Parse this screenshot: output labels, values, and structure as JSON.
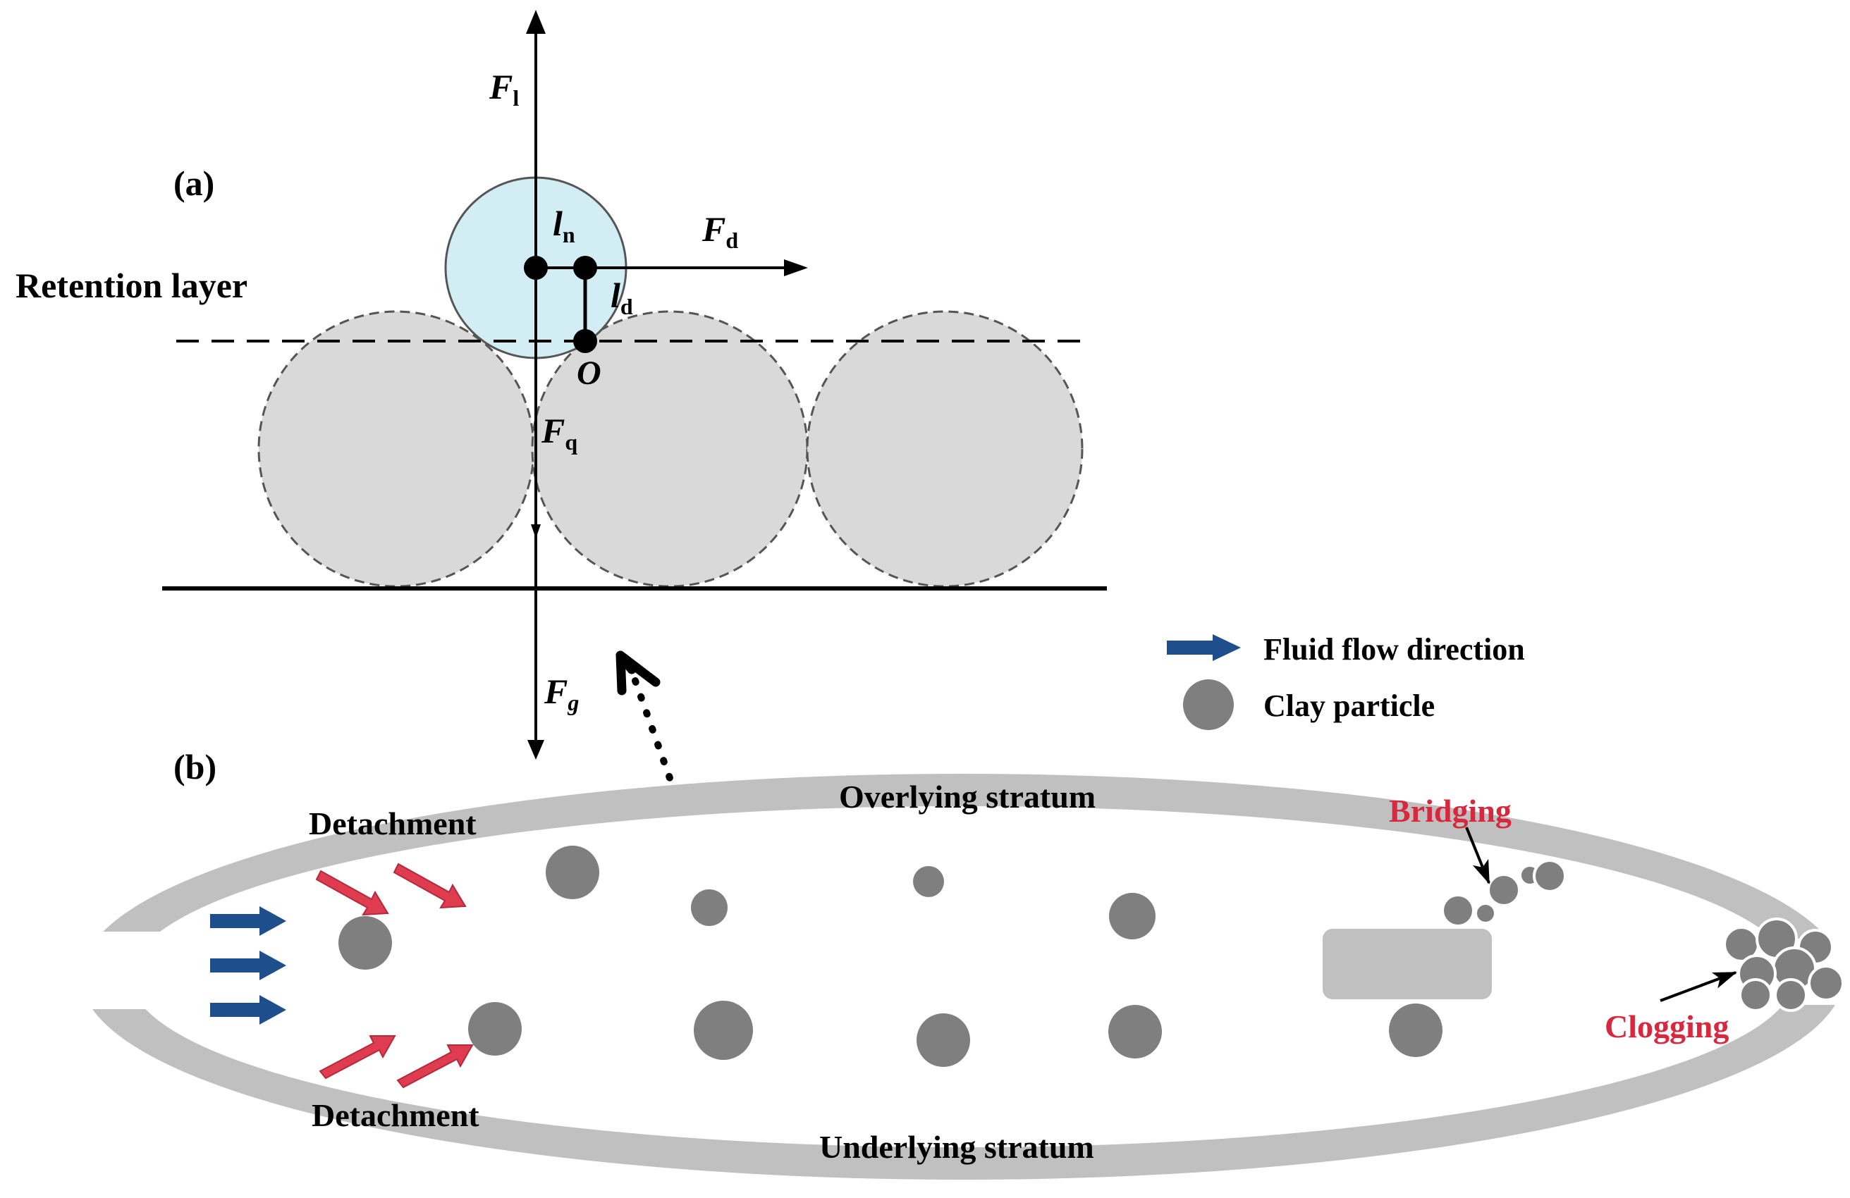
{
  "panel_a": {
    "label": "(a)",
    "retention_layer": "Retention layer",
    "forces": {
      "lift": {
        "sym": "F",
        "sub": "l"
      },
      "drag": {
        "sym": "F",
        "sub": "d"
      },
      "electrostatic": {
        "sym": "F",
        "sub": "q"
      },
      "gravity": {
        "sym": "F",
        "sub": "g"
      }
    },
    "lever_arms": {
      "normal": {
        "sym": "l",
        "sub": "n"
      },
      "drag": {
        "sym": "l",
        "sub": "d"
      }
    },
    "pivot": "O",
    "colors": {
      "particle": "#d3edf4",
      "grain": "#d9d9d9"
    }
  },
  "panel_b": {
    "label": "(b)",
    "overlying": "Overlying stratum",
    "underlying": "Underlying stratum",
    "detachment_top": "Detachment",
    "detachment_bottom": "Detachment",
    "bridging": "Bridging",
    "clogging": "Clogging",
    "colors": {
      "stratum": "#c0c0c0",
      "particle": "#7f7f7f",
      "flow_arrow": "#1f4e8c",
      "detach_arrow": "#e03c50"
    }
  },
  "legend": {
    "flow": "Fluid flow direction",
    "particle": "Clay particle"
  }
}
